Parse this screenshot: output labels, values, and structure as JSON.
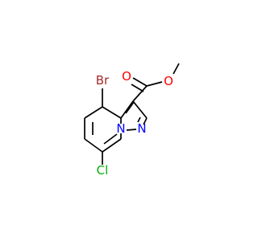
{
  "molecule": {
    "atoms": [
      {
        "id": "br",
        "label": "Br",
        "color": "#a52a2a"
      },
      {
        "id": "cl",
        "label": "Cl",
        "color": "#00b000"
      },
      {
        "id": "o_carbonyl",
        "label": "O",
        "color": "#ff0000"
      },
      {
        "id": "o_ester",
        "label": "O",
        "color": "#ff0000"
      },
      {
        "id": "n_bridge",
        "label": "N",
        "color": "#0000ff"
      },
      {
        "id": "n_ring",
        "label": "N",
        "color": "#0000ff"
      }
    ],
    "bond_color": "#000000"
  }
}
